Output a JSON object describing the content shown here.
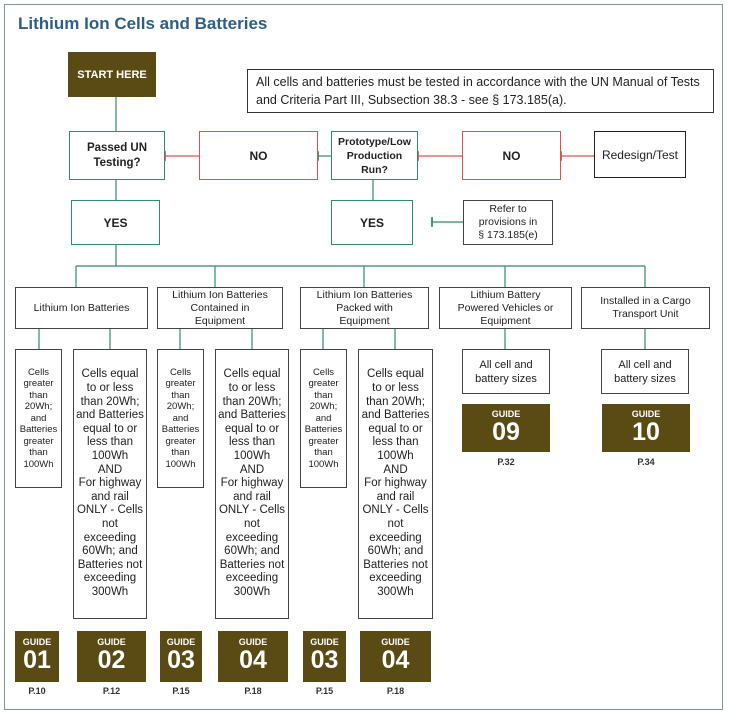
{
  "title": "Lithium Ion Cells and Batteries",
  "start": "START HERE",
  "note": "All cells and batteries must be tested in accordance with the UN Manual of Tests and Criteria Part III, Subsection 38.3 - see § 173.185(a).",
  "passed_un": "Passed UN\nTesting?",
  "no1": "NO",
  "prototype": "Prototype/Low\nProduction Run?",
  "no2": "NO",
  "redesign": "Redesign/Test",
  "yes1": "YES",
  "yes2": "YES",
  "refer": "Refer to\nprovisions in\n§ 173.185(e)",
  "categories": [
    "Lithium Ion Batteries",
    "Lithium Ion Batteries\nContained in\nEquipment",
    "Lithium Ion Batteries\nPacked with\nEquipment",
    "Lithium Battery\nPowered Vehicles or\nEquipment",
    "Installed in a Cargo\nTransport Unit"
  ],
  "small_text": "Cells\ngreater\nthan\n20Wh;\nand\nBatteries\ngreater\nthan\n100Wh",
  "large_text": "Cells equal\nto or less\nthan 20Wh;\nand Batteries\nequal to or\nless than\n100Wh\nAND\nFor highway\nand rail\nONLY - Cells\nnot\nexceeding\n60Wh; and\nBatteries not\nexceeding\n300Wh",
  "all_sizes": "All cell and\nbattery sizes",
  "guide_label": "GUIDE",
  "guides": [
    {
      "num": "01",
      "page": "P.10"
    },
    {
      "num": "02",
      "page": "P.12"
    },
    {
      "num": "03",
      "page": "P.15"
    },
    {
      "num": "04",
      "page": "P.18"
    },
    {
      "num": "03",
      "page": "P.15"
    },
    {
      "num": "04",
      "page": "P.18"
    },
    {
      "num": "09",
      "page": "P.32"
    },
    {
      "num": "10",
      "page": "P.34"
    }
  ],
  "colors": {
    "green": "#2e8b6b",
    "red": "#d9534f",
    "brown": "#5a4a14",
    "title": "#2f5f86"
  }
}
